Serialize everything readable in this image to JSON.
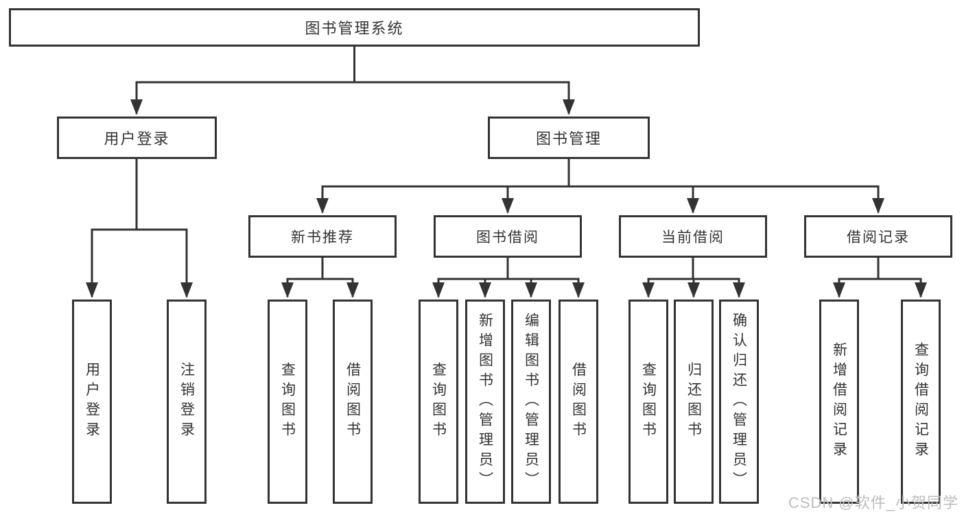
{
  "diagram": {
    "root_label": "图书管理系统",
    "login_branch": {
      "label": "用户登录",
      "leaves": [
        "用户登录",
        "注销登录"
      ]
    },
    "mgmt_branch": {
      "label": "图书管理",
      "sections": [
        {
          "label": "新书推荐",
          "leaves": [
            "查询图书",
            "借阅图书"
          ]
        },
        {
          "label": "图书借阅",
          "leaves": [
            "查询图书",
            "新增图书（管理员）",
            "编辑图书（管理员）",
            "借阅图书"
          ]
        },
        {
          "label": "当前借阅",
          "leaves": [
            "查询图书",
            "归还图书",
            "确认归还（管理员）"
          ]
        },
        {
          "label": "借阅记录",
          "leaves": [
            "新增借阅记录",
            "查询借阅记录"
          ]
        }
      ]
    }
  },
  "watermark": "CSDN @软件_小贺同学",
  "colors": {
    "line": "#333333",
    "box_border": "#333333",
    "text": "#333333",
    "watermark_text": "#bdbdbd",
    "background": "#ffffff"
  }
}
